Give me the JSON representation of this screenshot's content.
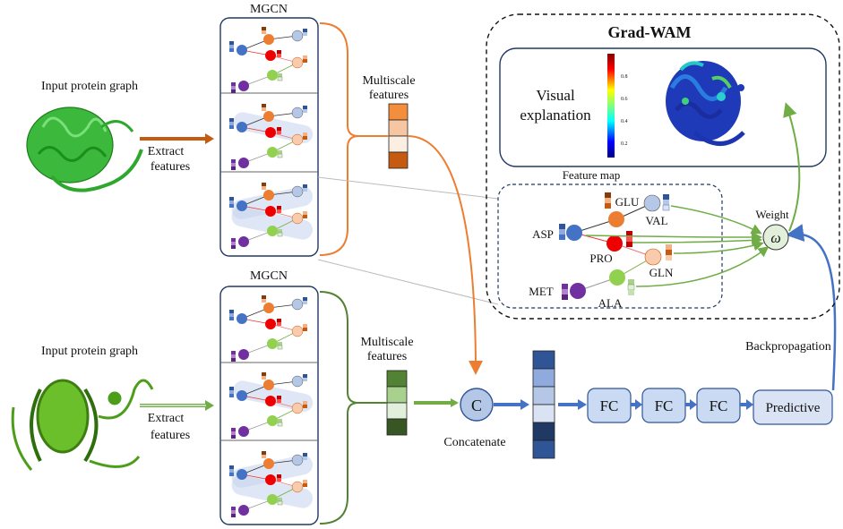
{
  "top_branch": {
    "input_label": "Input protein graph",
    "extract_label_1": "Extract",
    "extract_label_2": "features",
    "mgcn_title": "MGCN",
    "multiscale_1": "Multiscale",
    "multiscale_2": "features",
    "feature_colors": [
      "#f28e3c",
      "#f6c6a2",
      "#fdeee2",
      "#c55a11"
    ]
  },
  "bottom_branch": {
    "input_label": "Input protein graph",
    "extract_label_1": "Extract",
    "extract_label_2": "features",
    "mgcn_title": "MGCN",
    "multiscale_1": "Multiscale",
    "multiscale_2": "features",
    "feature_colors": [
      "#548235",
      "#a9d18e",
      "#e2efda",
      "#375623"
    ]
  },
  "gradwam": {
    "title": "Grad-WAM",
    "visual_1": "Visual",
    "visual_2": "explanation",
    "colorbar_ticks": [
      "0.8",
      "0.6",
      "0.4",
      "0.2"
    ],
    "feature_map_label": "Feature map",
    "weight_label": "Weight",
    "omega": "ω",
    "residues": [
      "GLU",
      "VAL",
      "ASP",
      "PRO",
      "GLN",
      "MET",
      "ALA"
    ]
  },
  "pipeline": {
    "concat_symbol": "C",
    "concat_label": "Concatenate",
    "fc_labels": [
      "FC",
      "FC",
      "FC"
    ],
    "predictive_label": "Predictive",
    "backprop_label": "Backpropagation",
    "concat_colors": [
      "#2f5597",
      "#8faadc",
      "#b4c7e7",
      "#dae3f3",
      "#203864",
      "#2f5597"
    ]
  }
}
